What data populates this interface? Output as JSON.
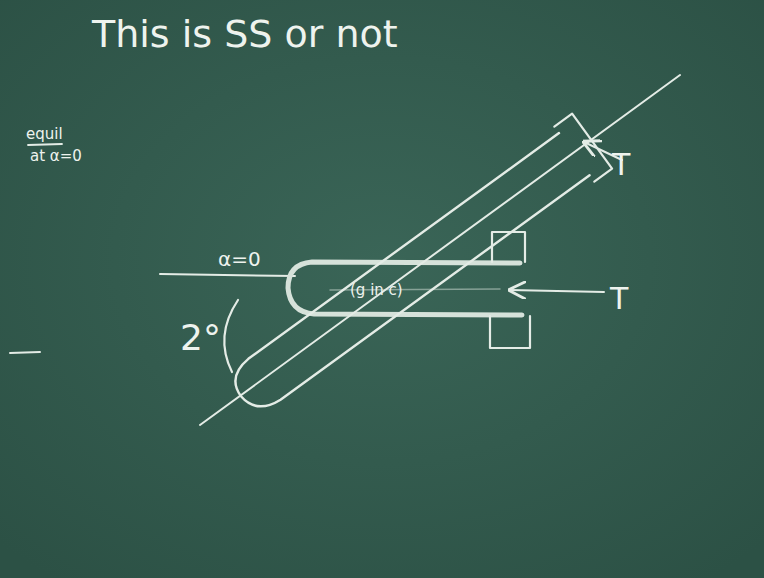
{
  "diagram": {
    "title": "This is SS or not",
    "labels": [
      "equil",
      "at α=0",
      "α=0",
      "2°",
      "(g in c)",
      "T",
      "T"
    ]
  }
}
